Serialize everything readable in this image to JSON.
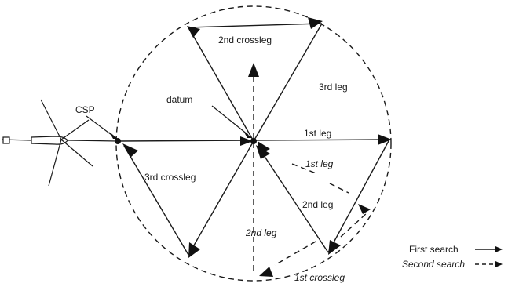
{
  "labels": {
    "csp": "CSP",
    "datum": "datum",
    "first_leg": "1st leg",
    "second_leg": "2nd leg",
    "third_leg": "3rd leg",
    "second_crossleg": "2nd crossleg",
    "third_crossleg": "3rd crossleg",
    "first_leg_italic": "1st leg",
    "second_leg_italic": "2nd leg",
    "first_crossleg_italic": "1st crossleg"
  },
  "legend": {
    "first_search": "First search",
    "second_search": "Second search"
  }
}
